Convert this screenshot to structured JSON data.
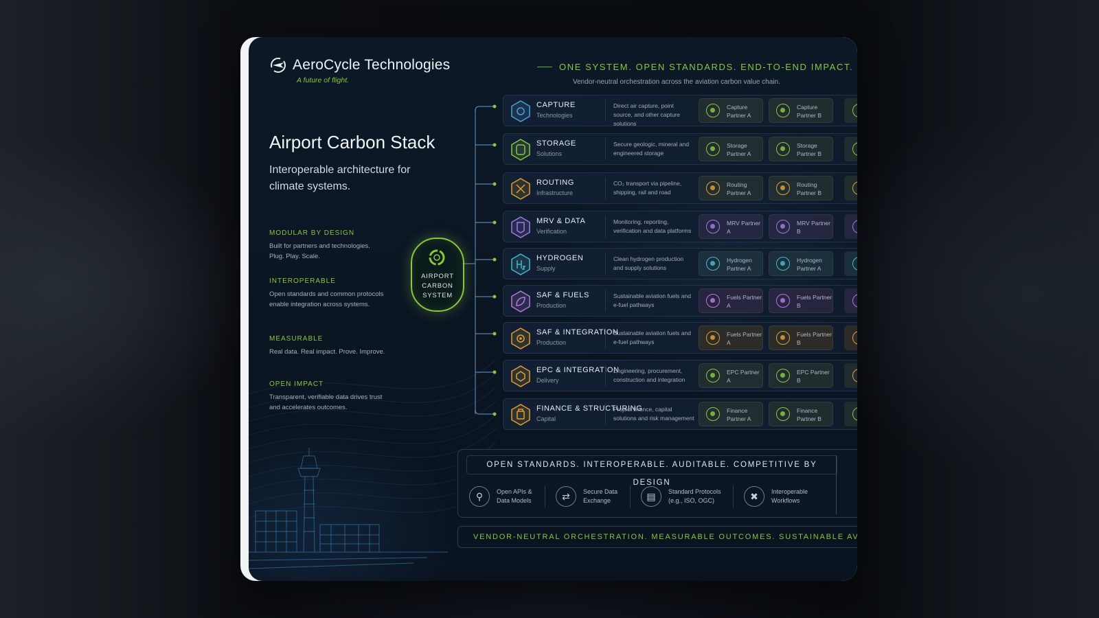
{
  "brand": {
    "name": "AeroCycle Technologies",
    "tagline": "A future of flight."
  },
  "header": {
    "headline": "ONE SYSTEM. OPEN STANDARDS. END-TO-END IMPACT.",
    "subhead": "Vendor-neutral orchestration across the aviation carbon value chain."
  },
  "hero": {
    "title": "Airport Carbon Stack",
    "subtitle": "Interoperable architecture for climate systems."
  },
  "features": [
    {
      "title": "MODULAR BY DESIGN",
      "text": "Built for partners and technologies. Plug. Play. Scale."
    },
    {
      "title": "INTEROPERABLE",
      "text": "Open standards and common protocols enable integration across systems."
    },
    {
      "title": "MEASURABLE",
      "text": "Real data. Real impact. Prove. Improve."
    },
    {
      "title": "OPEN IMPACT",
      "text": "Transparent, verifiable data drives trust and accelerates outcomes."
    }
  ],
  "hub": {
    "label": "AIRPORT CARBON SYSTEM"
  },
  "stack": [
    {
      "name": "CAPTURE",
      "sub": "Technologies",
      "desc": "Direct air capture, point source, and other capture solutions",
      "color": "#4aa3d8",
      "partners": [
        "Capture Partner A",
        "Capture Partner B"
      ]
    },
    {
      "name": "STORAGE",
      "sub": "Solutions",
      "desc": "Secure geologic, mineral and engineered storage",
      "color": "#8cc63f",
      "partners": [
        "Storage Partner A",
        "Storage Partner B"
      ]
    },
    {
      "name": "ROUTING",
      "sub": "Infrastructure",
      "desc": "CO₂ transport via pipeline, shipping, rail and road",
      "color": "#e0a030",
      "partners": [
        "Routing Partner A",
        "Routing Partner B"
      ]
    },
    {
      "name": "MRV & DATA",
      "sub": "Verification",
      "desc": "Monitoring, reporting, verification and data platforms",
      "color": "#a07be0",
      "partners": [
        "MRV Partner A",
        "MRV Partner B"
      ]
    },
    {
      "name": "HYDROGEN",
      "sub": "Supply",
      "desc": "Clean hydrogen production and supply solutions",
      "color": "#4ab8c8",
      "partners": [
        "Hydrogen Partner A",
        "Hydrogen Partner A"
      ]
    },
    {
      "name": "SAF & FUELS",
      "sub": "Production",
      "desc": "Sustainable aviation fuels and e-fuel pathways",
      "color": "#b878e0",
      "partners": [
        "Fuels Partner A",
        "Fuels Partner B"
      ]
    },
    {
      "name": "SAF & INTEGRATION",
      "sub": "Production",
      "desc": "Sustainable aviation fuels and e-fuel pathways",
      "color": "#e0a030",
      "partners": [
        "Fuels Partner A",
        "Fuels Partner B"
      ]
    },
    {
      "name": "EPC & INTEGRATION",
      "sub": "Delivery",
      "desc": "Engineering, procurement, construction and integration",
      "color": "#e0a030",
      "partners": [
        "EPC Partner A",
        "EPC Partner B"
      ]
    },
    {
      "name": "FINANCE & STRUCTURING",
      "sub": "Capital",
      "desc": "Project finance, capital solutions and risk management",
      "color": "#e0a030",
      "partners": [
        "Finance Partner A",
        "Finance Partner B"
      ]
    }
  ],
  "standards": {
    "title": "OPEN STANDARDS. INTEROPERABLE. AUDITABLE. COMPETITIVE BY DESIGN",
    "items": [
      {
        "label": "Open APIs & Data Models",
        "icon": "share-icon"
      },
      {
        "label": "Secure Data Exchange",
        "icon": "exchange-icon"
      },
      {
        "label": "Standard Protocols (e.g., ISO, OGC)",
        "icon": "protocol-icon"
      },
      {
        "label": "Interoperable Workflows",
        "icon": "workflow-icon"
      }
    ]
  },
  "footer": {
    "text": "VENDOR-NEUTRAL ORCHESTRATION. MEASURABLE OUTCOMES. SUSTAINABLE AVIATION."
  },
  "colors": {
    "accent": "#8cc63f",
    "background": "#0c1725",
    "panel_border": "#2a3d55"
  }
}
